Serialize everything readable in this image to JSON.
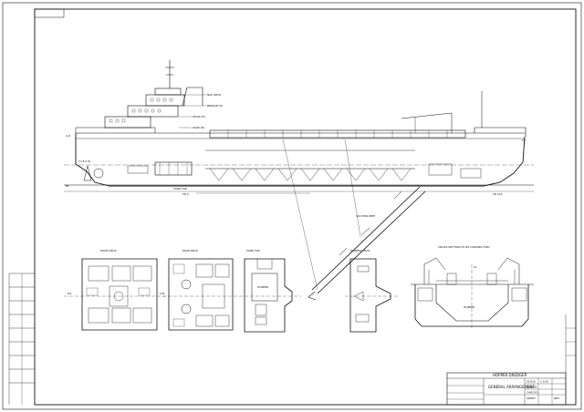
{
  "sheet": {
    "title_block": {
      "project": "HOPPER DREDGER",
      "drawing_title": "GENERAL ARRANGEMENT",
      "scale_label": "SCALE",
      "scale_value": "1:100",
      "drawn_label": "DRAWN",
      "checked_label": "CHECKD",
      "sheet_label": "SHEET",
      "rev_label": "REV"
    }
  },
  "profile": {
    "labels": {
      "frame_aft": "FR 0",
      "frame_fwd": "FR 150",
      "nav_deck": "NAV DECK",
      "bridge": "BRIDGE DK",
      "poop": "POOP DK",
      "main_deck": "MAIN DK",
      "tank_top": "TANK TOP",
      "baseline": "BL",
      "suction_pipe": "SUCTION PIPE",
      "draught_aft": "T=4.5 M",
      "ar_label": "A.P.",
      "fp_label": "F.P."
    }
  },
  "plans": {
    "poop_deck": "POOP DECK",
    "main_deck": "MAIN DECK",
    "tank_top": "TANK TOP",
    "hopper_deck": "HOPPER DECK",
    "midship_section": "CROSS SECTION  FR 80 LOOKING FWD",
    "hopper_label": "HOPPER",
    "cl": "CL",
    "ps": "P.S.",
    "sb": "S.B."
  }
}
